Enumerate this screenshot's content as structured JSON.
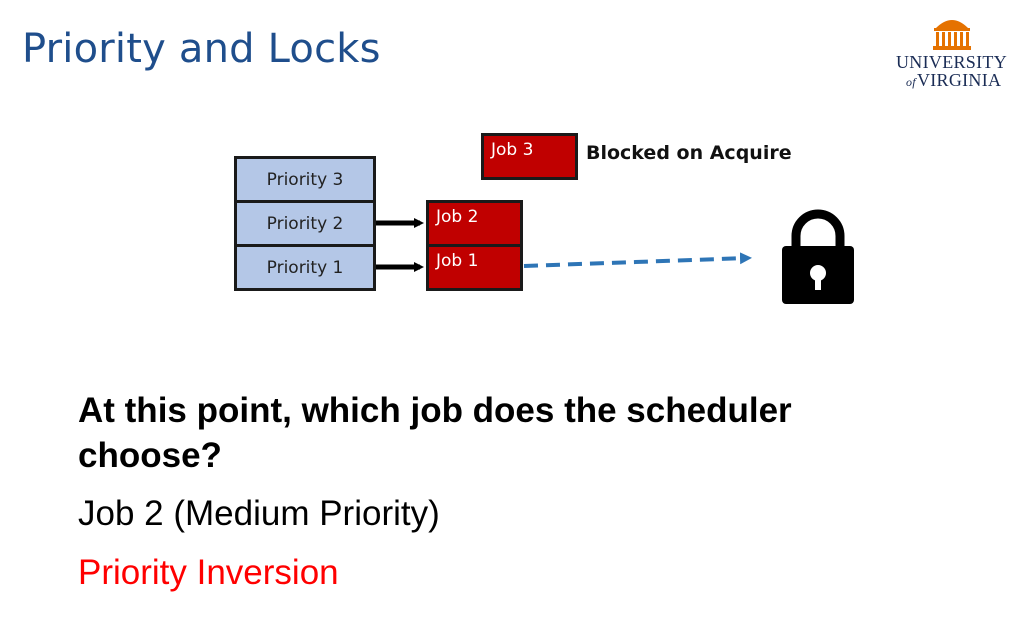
{
  "slide": {
    "title": "Priority and Locks",
    "question": "At this point, which job does the scheduler choose?",
    "answer": "Job 2 (Medium Priority)",
    "conclusion": "Priority Inversion"
  },
  "logo": {
    "line1": "UNIVERSITY",
    "line2_prefix": "of",
    "line2": "VIRGINIA",
    "accent_color": "#e57200"
  },
  "diagram": {
    "priorities": [
      "Priority 3",
      "Priority 2",
      "Priority 1"
    ],
    "jobs": {
      "job3": "Job 3",
      "job2": "Job 2",
      "job1": "Job 1"
    },
    "blocked_label": "Blocked on Acquire",
    "icons": [
      "arrow-right-icon",
      "dashed-arrow-icon",
      "padlock-icon"
    ]
  },
  "colors": {
    "title": "#1f4e8c",
    "priority_fill": "#b4c7e7",
    "job_fill": "#c00000",
    "dashed_arrow": "#2e75b6",
    "conclusion": "#ff0000"
  }
}
